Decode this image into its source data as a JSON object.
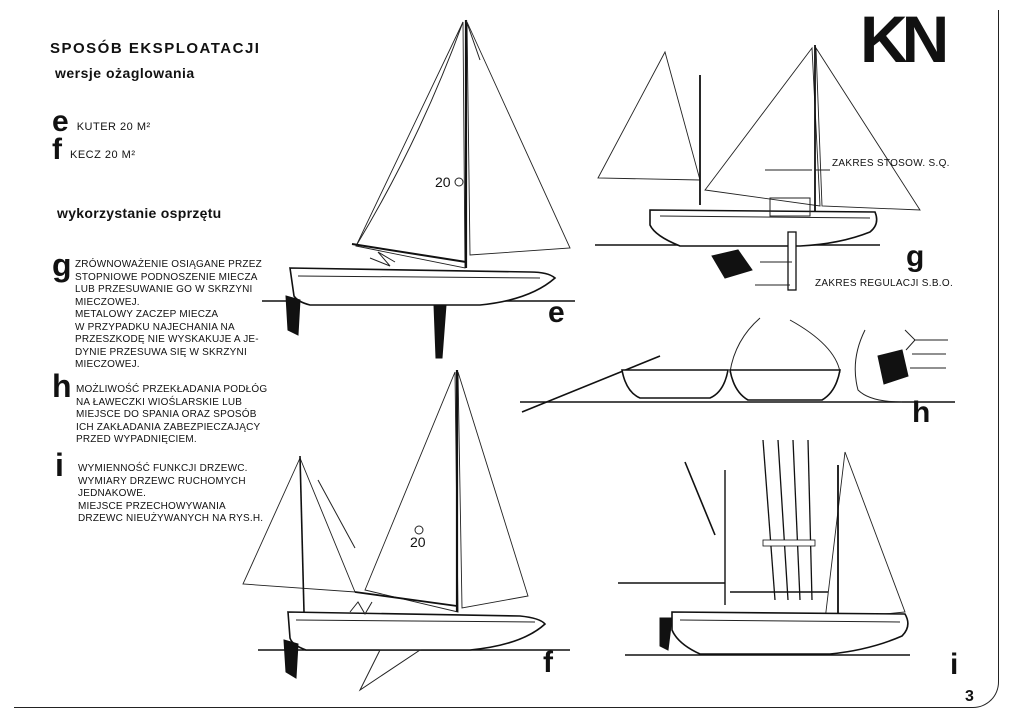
{
  "header": {
    "title": "SPOSÓB EKSPLOATACJI",
    "subtitle": "wersje ożaglowania",
    "logo": "KN",
    "page_number": "3"
  },
  "versions": [
    {
      "letter": "e",
      "label": "KUTER 20 M²"
    },
    {
      "letter": "f",
      "label": "KECZ 20 M²"
    }
  ],
  "section_title": "wykorzystanie osprzętu",
  "notes": {
    "g": {
      "letter": "g",
      "lines1": [
        "ZRÓWNOWAŻENIE OSIĄGANE PRZEZ",
        "STOPNIOWE PODNOSZENIE MIECZA",
        "LUB PRZESUWANIE GO W SKRZYNI",
        "MIECZOWEJ."
      ],
      "lines2": [
        "METALOWY ZACZEP MIECZA",
        "W PRZYPADKU NAJECHANIA NA",
        "PRZESZKODĘ NIE WYSKAKUJE A JE-",
        "DYNIE PRZESUWA SIĘ W SKRZYNI",
        "MIECZOWEJ."
      ]
    },
    "h": {
      "letter": "h",
      "lines": [
        "MOŻLIWOŚĆ PRZEKŁADANIA PODŁÓG",
        "NA ŁAWECZKI WIOŚLARSKIE LUB",
        "MIEJSCE DO SPANIA ORAZ SPOSÓB",
        "ICH ZAKŁADANIA ZABEZPIECZAJĄCY",
        "PRZED WYPADNIĘCIEM."
      ]
    },
    "i": {
      "letter": "i",
      "lines": [
        "WYMIENNOŚĆ FUNKCJI DRZEWC.",
        "WYMIARY DRZEWC RUCHOMYCH",
        "JEDNAKOWE.",
        "MIEJSCE PRZECHOWYWANIA",
        "DRZEWC NIEUŻYWANYCH NA RYS.H."
      ]
    }
  },
  "panels": {
    "e": {
      "label": "e",
      "sail_number": "20"
    },
    "f": {
      "label": "f",
      "sail_number": "20"
    },
    "g": {
      "label": "g",
      "ann1": "ZAKRES STOSOW. S.Q.",
      "ann2": "ZAKRES REGULACJI S.B.O."
    },
    "h": {
      "label": "h"
    },
    "i": {
      "label": "i"
    }
  }
}
